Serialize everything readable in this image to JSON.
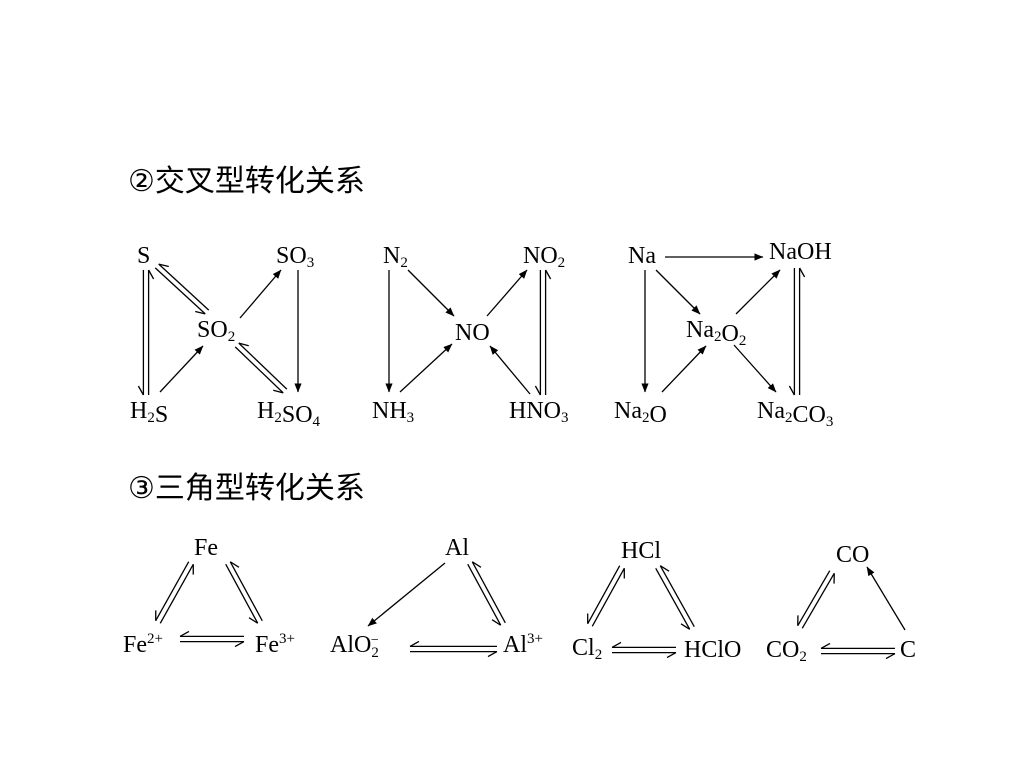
{
  "headings": {
    "cross": "②交叉型转化关系",
    "triangle": "③三角型转化关系"
  },
  "cross_diagrams": [
    {
      "species": {
        "s": [
          [
            "S",
            ""
          ]
        ],
        "so3": [
          [
            "SO",
            ""
          ],
          [
            "3",
            "sub"
          ]
        ],
        "so2": [
          [
            "SO",
            ""
          ],
          [
            "2",
            "sub"
          ]
        ],
        "h2s": [
          [
            "H",
            ""
          ],
          [
            "2",
            "sub"
          ],
          [
            "S",
            ""
          ]
        ],
        "h2so4": [
          [
            "H",
            ""
          ],
          [
            "2",
            "sub"
          ],
          [
            "SO",
            ""
          ],
          [
            "4",
            "sub"
          ]
        ]
      }
    },
    {
      "species": {
        "n2": [
          [
            "N",
            ""
          ],
          [
            "2",
            "sub"
          ]
        ],
        "no2": [
          [
            "NO",
            ""
          ],
          [
            "2",
            "sub"
          ]
        ],
        "no": [
          [
            "NO",
            ""
          ]
        ],
        "nh3": [
          [
            "NH",
            ""
          ],
          [
            "3",
            "sub"
          ]
        ],
        "hno3": [
          [
            "HNO",
            ""
          ],
          [
            "3",
            "sub"
          ]
        ]
      }
    },
    {
      "species": {
        "na": [
          [
            "Na",
            ""
          ]
        ],
        "naoh": [
          [
            "NaOH",
            ""
          ]
        ],
        "na2o2": [
          [
            "Na",
            ""
          ],
          [
            "2",
            "sub"
          ],
          [
            "O",
            ""
          ],
          [
            "2",
            "sub"
          ]
        ],
        "na2o": [
          [
            "Na",
            ""
          ],
          [
            "2",
            "sub"
          ],
          [
            "O",
            ""
          ]
        ],
        "na2co3": [
          [
            "Na",
            ""
          ],
          [
            "2",
            "sub"
          ],
          [
            "CO",
            ""
          ],
          [
            "3",
            "sub"
          ]
        ]
      }
    }
  ],
  "triangle_diagrams": [
    {
      "species": {
        "fe": [
          [
            "Fe",
            ""
          ]
        ],
        "fe2": [
          [
            "Fe",
            ""
          ],
          [
            "2+",
            "sup"
          ]
        ],
        "fe3": [
          [
            "Fe",
            ""
          ],
          [
            "3+",
            "sup"
          ]
        ]
      }
    },
    {
      "species": {
        "al": [
          [
            "Al",
            ""
          ]
        ],
        "alo2": [
          [
            "AlO",
            ""
          ],
          [
            "2",
            "subsup",
            "−"
          ]
        ],
        "al3": [
          [
            "Al",
            ""
          ],
          [
            "3+",
            "sup"
          ]
        ]
      }
    },
    {
      "species": {
        "hcl": [
          [
            "HCl",
            ""
          ]
        ],
        "cl2": [
          [
            "Cl",
            ""
          ],
          [
            "2",
            "sub"
          ]
        ],
        "hclo": [
          [
            "HClO",
            ""
          ]
        ]
      }
    },
    {
      "species": {
        "co": [
          [
            "CO",
            ""
          ]
        ],
        "co2": [
          [
            "CO",
            ""
          ],
          [
            "2",
            "sub"
          ]
        ],
        "c": [
          [
            "C",
            ""
          ]
        ]
      }
    }
  ]
}
